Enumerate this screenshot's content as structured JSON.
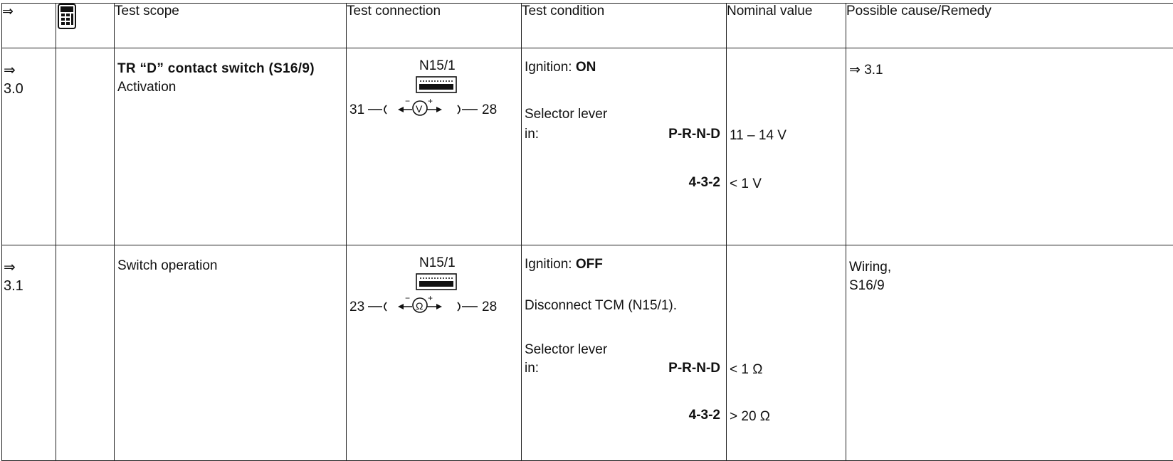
{
  "header": {
    "arrow": "⇒",
    "test_scope": "Test scope",
    "test_connection": "Test connection",
    "test_condition": "Test condition",
    "nominal_value": "Nominal value",
    "possible_cause": "Possible cause/Remedy"
  },
  "rows": [
    {
      "arrow": "⇒",
      "step": "3.0",
      "scope_title": "TR “D” contact switch (S16/9)",
      "scope_sub": "Activation",
      "connection": {
        "module": "N15/1",
        "pin_left": "31",
        "pin_right": "28",
        "meter": "V"
      },
      "condition": {
        "ignition_label": "Ignition:",
        "ignition_value": "ON",
        "selector_label": "Selector lever",
        "in_label": "in:",
        "pos1": "P-R-N-D",
        "pos2": "4-3-2"
      },
      "nominal": {
        "v1": "11 – 14 V",
        "v2": "< 1 V"
      },
      "remedy": {
        "line1": "⇒ 3.1",
        "line2": ""
      }
    },
    {
      "arrow": "⇒",
      "step": "3.1",
      "scope_title": "",
      "scope_sub": "Switch operation",
      "connection": {
        "module": "N15/1",
        "pin_left": "23",
        "pin_right": "28",
        "meter": "Ω"
      },
      "condition": {
        "ignition_label": "Ignition:",
        "ignition_value": "OFF",
        "disconnect": "Disconnect TCM (N15/1).",
        "selector_label": "Selector lever",
        "in_label": "in:",
        "pos1": "P-R-N-D",
        "pos2": "4-3-2"
      },
      "nominal": {
        "v1": "< 1 Ω",
        "v2": "> 20 Ω"
      },
      "remedy": {
        "line1": "Wiring,",
        "line2": "S16/9"
      }
    }
  ]
}
